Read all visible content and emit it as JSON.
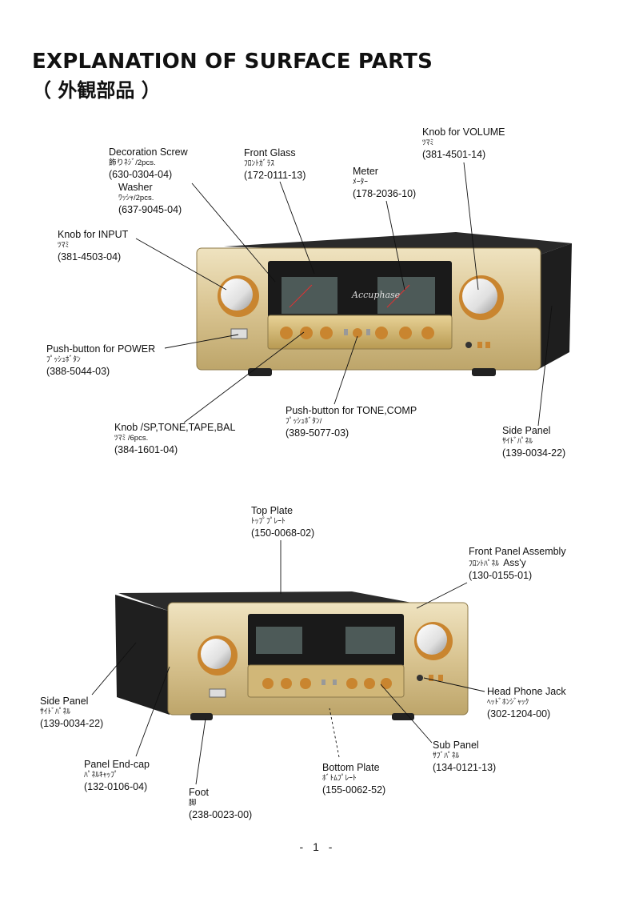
{
  "page": {
    "title": "EXPLANATION OF SURFACE PARTS",
    "subtitle": "（ 外観部品 ）",
    "page_number": "- 1 -"
  },
  "photos": {
    "front_brand": "Accuphase"
  },
  "parts_front": [
    {
      "id": "volume",
      "en": "Knob for VOLUME",
      "ja": "ﾂﾏﾐ",
      "pn": "(381-4501-14)"
    },
    {
      "id": "deco",
      "en": "Decoration Screw",
      "ja": "飾りﾈｼﾞ/2pcs.",
      "pn": "(630-0304-04)"
    },
    {
      "id": "washer",
      "en": "Washer",
      "ja": "ﾜｯｼｬ/2pcs.",
      "pn": "(637-9045-04)"
    },
    {
      "id": "glass",
      "en": "Front Glass",
      "ja": "ﾌﾛﾝﾄｶﾞﾗｽ",
      "pn": "(172-0111-13)"
    },
    {
      "id": "meter",
      "en": "Meter",
      "ja": "ﾒｰﾀｰ",
      "pn": "(178-2036-10)"
    },
    {
      "id": "input",
      "en": "Knob for INPUT",
      "ja": "ﾂﾏﾐ",
      "pn": "(381-4503-04)"
    },
    {
      "id": "power",
      "en": "Push-button for POWER",
      "ja": "ﾌﾟｯｼｭﾎﾞﾀﾝ",
      "pn": "(388-5044-03)"
    },
    {
      "id": "tonecomp",
      "en": "Push-button for TONE,COMP",
      "ja": "ﾌﾟｯｼｭﾎﾞﾀﾝ/",
      "pn": "(389-5077-03)"
    },
    {
      "id": "knobs",
      "en": "Knob /SP,TONE,TAPE,BAL",
      "ja": "ﾂﾏﾐ /6pcs.",
      "pn": "(384-1601-04)"
    },
    {
      "id": "side1",
      "en": "Side Panel",
      "ja": "ｻｲﾄﾞﾊﾟﾈﾙ",
      "pn": "(139-0034-22)"
    }
  ],
  "parts_rear": [
    {
      "id": "top",
      "en": "Top Plate",
      "ja": "ﾄｯﾌﾟﾌﾟﾚｰﾄ",
      "pn": "(150-0068-02)"
    },
    {
      "id": "fpa",
      "en": "Front Panel Assembly",
      "ja": "ﾌﾛﾝﾄﾊﾟﾈﾙ",
      "ja2": "Ass'y",
      "pn": "(130-0155-01)"
    },
    {
      "id": "side2",
      "en": "Side Panel",
      "ja": "ｻｲﾄﾞﾊﾟﾈﾙ",
      "pn": "(139-0034-22)"
    },
    {
      "id": "hpj",
      "en": "Head Phone Jack",
      "ja": "ﾍｯﾄﾞﾎﾝｼﾞｬｯｸ",
      "pn": "(302-1204-00)"
    },
    {
      "id": "sub",
      "en": "Sub Panel",
      "ja": "ｻﾌﾞﾊﾟﾈﾙ",
      "pn": "(134-0121-13)"
    },
    {
      "id": "endcap",
      "en": "Panel End-cap",
      "ja": "ﾊﾟﾈﾙｷｬｯﾌﾟ",
      "pn": "(132-0106-04)"
    },
    {
      "id": "bottom",
      "en": "Bottom Plate",
      "ja": "ﾎﾞﾄﾑﾌﾟﾚｰﾄ",
      "pn": "(155-0062-52)"
    },
    {
      "id": "foot",
      "en": "Foot",
      "ja": "脚",
      "pn": "(238-0023-00)"
    }
  ]
}
